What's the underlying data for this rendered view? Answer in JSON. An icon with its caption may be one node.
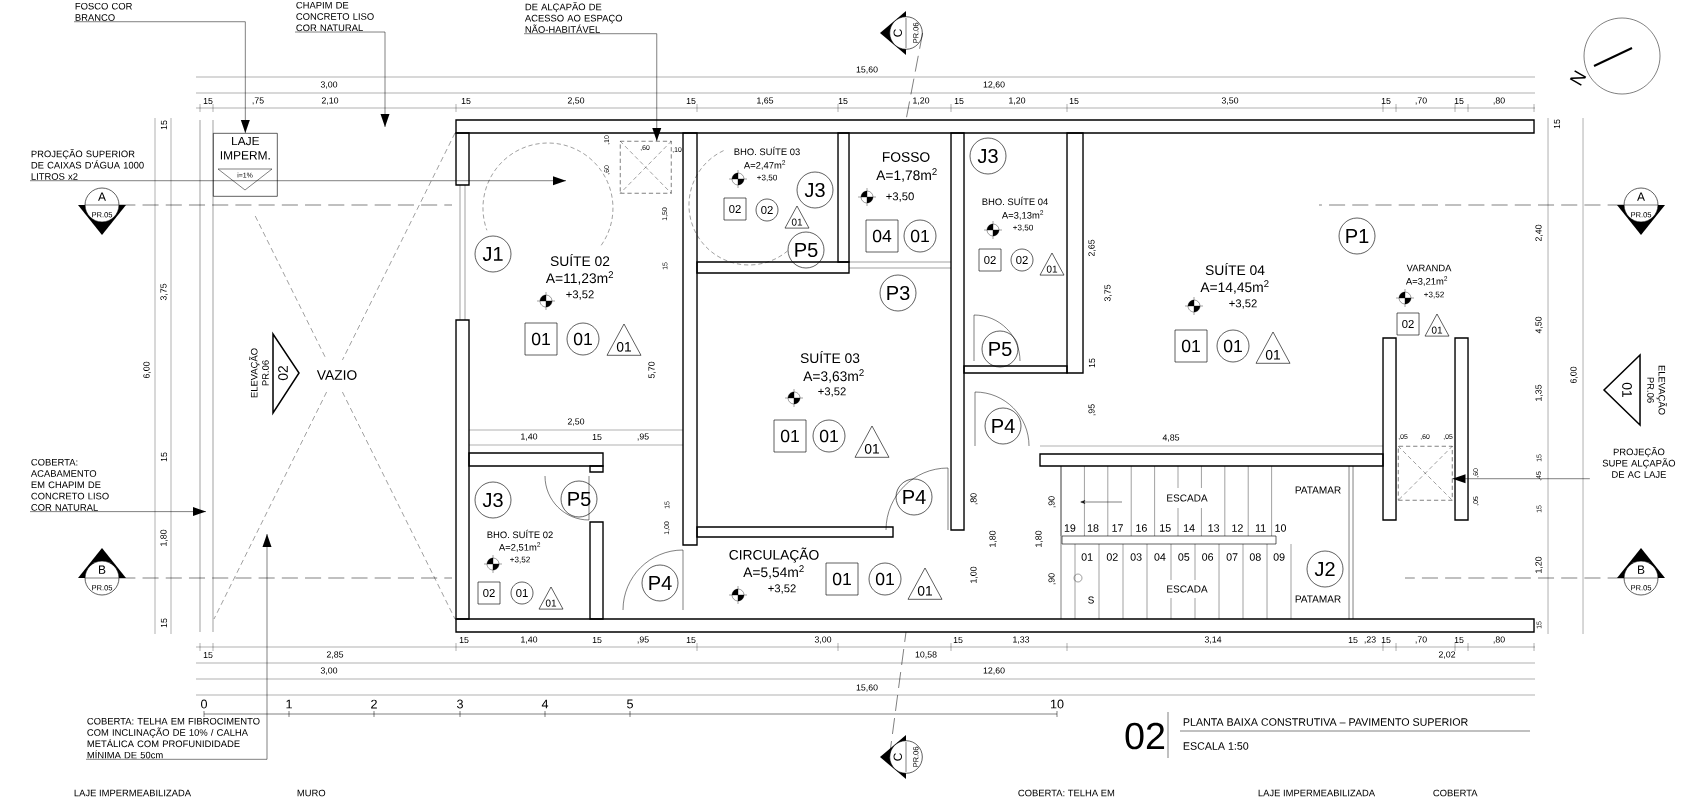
{
  "diagram": {
    "nodes": [
      {
        "text": [
          "FOSCO COR BRANCO"
        ]
      },
      {
        "text": [
          "CHAPIM DE CONCRETO LISO COR NATURAL"
        ]
      },
      {
        "text": [
          "DE ALÇAPÃO DE ACESSO AO ESPAÇO NÃO-HABITÁVEL"
        ]
      },
      {
        "text": [
          "LAJE IMPERM."
        ]
      },
      {
        "text": [
          "i=1%"
        ],
        "in": 3
      },
      {
        "text": [],
        "shape": "box"
      },
      {
        "text": [
          "PROJEÇÃO SUPERIOR DE CAIXAS D'ÁGUA 1000 LITROS x2"
        ]
      },
      {
        "text": [
          "J3"
        ]
      },
      {
        "text": [
          "02"
        ]
      },
      {
        "text": [
          "02"
        ]
      },
      {
        "text": [
          "01"
        ]
      },
      {
        "text": [
          "P5"
        ]
      },
      {
        "text": [
          "04"
        ]
      },
      {
        "text": [
          "01"
        ]
      },
      {
        "text": [
          "P3"
        ]
      },
      {
        "text": [
          "J3"
        ]
      },
      {
        "text": [
          "02"
        ]
      },
      {
        "text": [
          "02"
        ]
      },
      {
        "text": [
          "01"
        ]
      },
      {
        "text": [
          "P5"
        ]
      },
      {
        "text": [
          "J1"
        ]
      },
      {
        "text": [
          "01"
        ]
      },
      {
        "text": [
          "01"
        ]
      },
      {
        "text": [
          "01"
        ]
      },
      {
        "text": [
          "P1"
        ]
      },
      {
        "text": [
          "01"
        ]
      },
      {
        "text": [
          "01"
        ]
      },
      {
        "text": [
          "01"
        ]
      },
      {
        "text": [
          "02"
        ]
      },
      {
        "text": [
          "01"
        ]
      },
      {
        "text": [
          "01"
        ]
      },
      {
        "text": [
          "01"
        ]
      },
      {
        "text": [
          "01"
        ]
      },
      {
        "text": [
          "P4"
        ]
      },
      {
        "text": [],
        "shape": "box"
      },
      {
        "text": [
          "PROJEÇÃO SUPE ALÇAPÃO DE AC LAJE"
        ]
      },
      {
        "text": [
          "COBERTA: ACABAMENTO EM CHAPIM DE CONCRETO LISO COR NATURAL"
        ]
      },
      {
        "text": [
          "J3"
        ]
      },
      {
        "text": [
          "P5"
        ]
      },
      {
        "text": [
          "P4"
        ]
      },
      {
        "text": [
          "02"
        ]
      },
      {
        "text": [
          "01"
        ]
      },
      {
        "text": [
          "01"
        ]
      },
      {
        "text": [
          "P4"
        ]
      },
      {
        "text": [
          "01"
        ]
      },
      {
        "text": [
          "01"
        ]
      },
      {
        "text": [
          "01"
        ]
      },
      {
        "text": [
          "J2"
        ]
      },
      {
        "text": [
          "COBERTA: TELHA EM FIBROCIMENTO COM INCLINAÇÃO DE 10% / CALHA METÁLICA COM PROFUNIDIDADE MÍNIMA DE 50cm"
        ]
      },
      {
        "text": [
          "A",
          "PR.05"
        ]
      },
      {
        "text": [
          "A",
          "PR.05"
        ]
      },
      {
        "text": [
          "B",
          "PR.05"
        ]
      },
      {
        "text": [
          "B",
          "PR.05"
        ]
      },
      {
        "text": [
          "C",
          "PR.06"
        ]
      },
      {
        "text": [
          "C",
          "PR.06"
        ]
      },
      {
        "text": [
          "02"
        ],
        "beside": [
          "ELEVAÇÃO PR.06"
        ]
      },
      {
        "text": [
          "01"
        ],
        "beside": [
          "ELEVAÇÃO PR.06"
        ]
      }
    ],
    "edges": [
      {
        "from": 0,
        "to": 3,
        "arrow": "to"
      },
      {
        "from": 1,
        "to": null,
        "arrow": "to"
      },
      {
        "from": 2,
        "to": 5,
        "arrow": "to"
      },
      {
        "from": 6,
        "to": null,
        "arrow": "to"
      },
      {
        "from": 35,
        "to": 34,
        "arrow": "to"
      },
      {
        "from": 36,
        "to": null,
        "arrow": "to"
      },
      {
        "from": 48,
        "to": null,
        "arrow": "to"
      },
      {
        "from": 49,
        "to": null,
        "arrow": "none",
        "style": "dashed"
      },
      {
        "from": 50,
        "to": null,
        "arrow": "none",
        "style": "dashed"
      },
      {
        "from": 51,
        "to": null,
        "arrow": "none",
        "style": "dashed"
      },
      {
        "from": 52,
        "to": null,
        "arrow": "none",
        "style": "dashed"
      },
      {
        "from": 53,
        "to": null,
        "arrow": "none",
        "style": "dashed"
      },
      {
        "from": 54,
        "to": null,
        "arrow": "none",
        "style": "dashed"
      }
    ],
    "labels": [
      "15,60",
      "3,00",
      "12,60",
      "15",
      ",75",
      "2,10",
      "15",
      "2,50",
      "15",
      "1,65",
      "15",
      "1,20",
      "15",
      "1,20",
      "15",
      "3,50",
      "15",
      ",70",
      "15",
      ",80",
      "N",
      "15",
      "15",
      ",10",
      ",60",
      ",10",
      "BHO. SUÍTE 03",
      "A=2,47m$^{2}$",
      "+3,50",
      "FOSSO",
      "A=1,78m$^{2}$",
      "+3,50",
      ",60",
      "1,50",
      "BHO. SUÍTE 04",
      "A=3,13m$^{2}$",
      "+3,50",
      "2,40",
      "2,65",
      "SUÍTE 02",
      "A=11,23m$^{2}$",
      "+3,52",
      "15",
      "SUÍTE 04",
      "A=14,45m$^{2}$",
      "+3,52",
      "VARANDA",
      "A=3,21m$^{2}$",
      "+3,52",
      "3,75",
      "3,75",
      "4,50",
      "SUÍTE 03",
      "A=3,63m$^{2}$",
      "+3,52",
      "6,00",
      "5,70",
      "VAZIO",
      "15",
      "6,00",
      "1,35",
      ",95",
      "2,50",
      "1,40",
      "15",
      ",95",
      "4,85",
      ",05",
      ",60",
      ",05",
      "15",
      "15",
      "ESCADA",
      "PATAMAR",
      ",60",
      ",45",
      ",05",
      "15",
      ",80",
      ",90",
      "19",
      "18",
      "17",
      "16",
      "15",
      "14",
      "13",
      "12",
      "11",
      "10",
      "BHO. SUÍTE 02",
      "A=2,51m$^{2}$",
      "+3,52",
      "15",
      "CIRCULAÇÃO",
      "A=5,54m$^{2}$",
      "+3,52",
      "1,80",
      "1,80",
      "1,80",
      "1,00",
      "01",
      "02",
      "03",
      "04",
      "05",
      "06",
      "07",
      "08",
      "09",
      "1,20",
      "1,00",
      ",90",
      "ESCADA",
      "S",
      "PATAMAR",
      "15",
      "15",
      "15",
      "1,40",
      "15",
      ",95",
      "15",
      "3,00",
      "15",
      "1,33",
      "3,14",
      "15",
      ",23",
      "15",
      ",70",
      "15",
      ",80",
      "15",
      "2,85",
      "10,58",
      "2,02",
      "3,00",
      "12,60",
      "15,60",
      "0",
      "1",
      "2",
      "3",
      "4",
      "5",
      "10",
      "02",
      "PLANTA BAIXA CONSTRUTIVA – PAVIMENTO SUPERIOR",
      "ESCALA 1:50",
      "LAJE IMPERMEABILIZADA",
      "MURO",
      "COBERTA: TELHA EM",
      "LAJE IMPERMEABILIZADA",
      "COBERTA"
    ]
  }
}
